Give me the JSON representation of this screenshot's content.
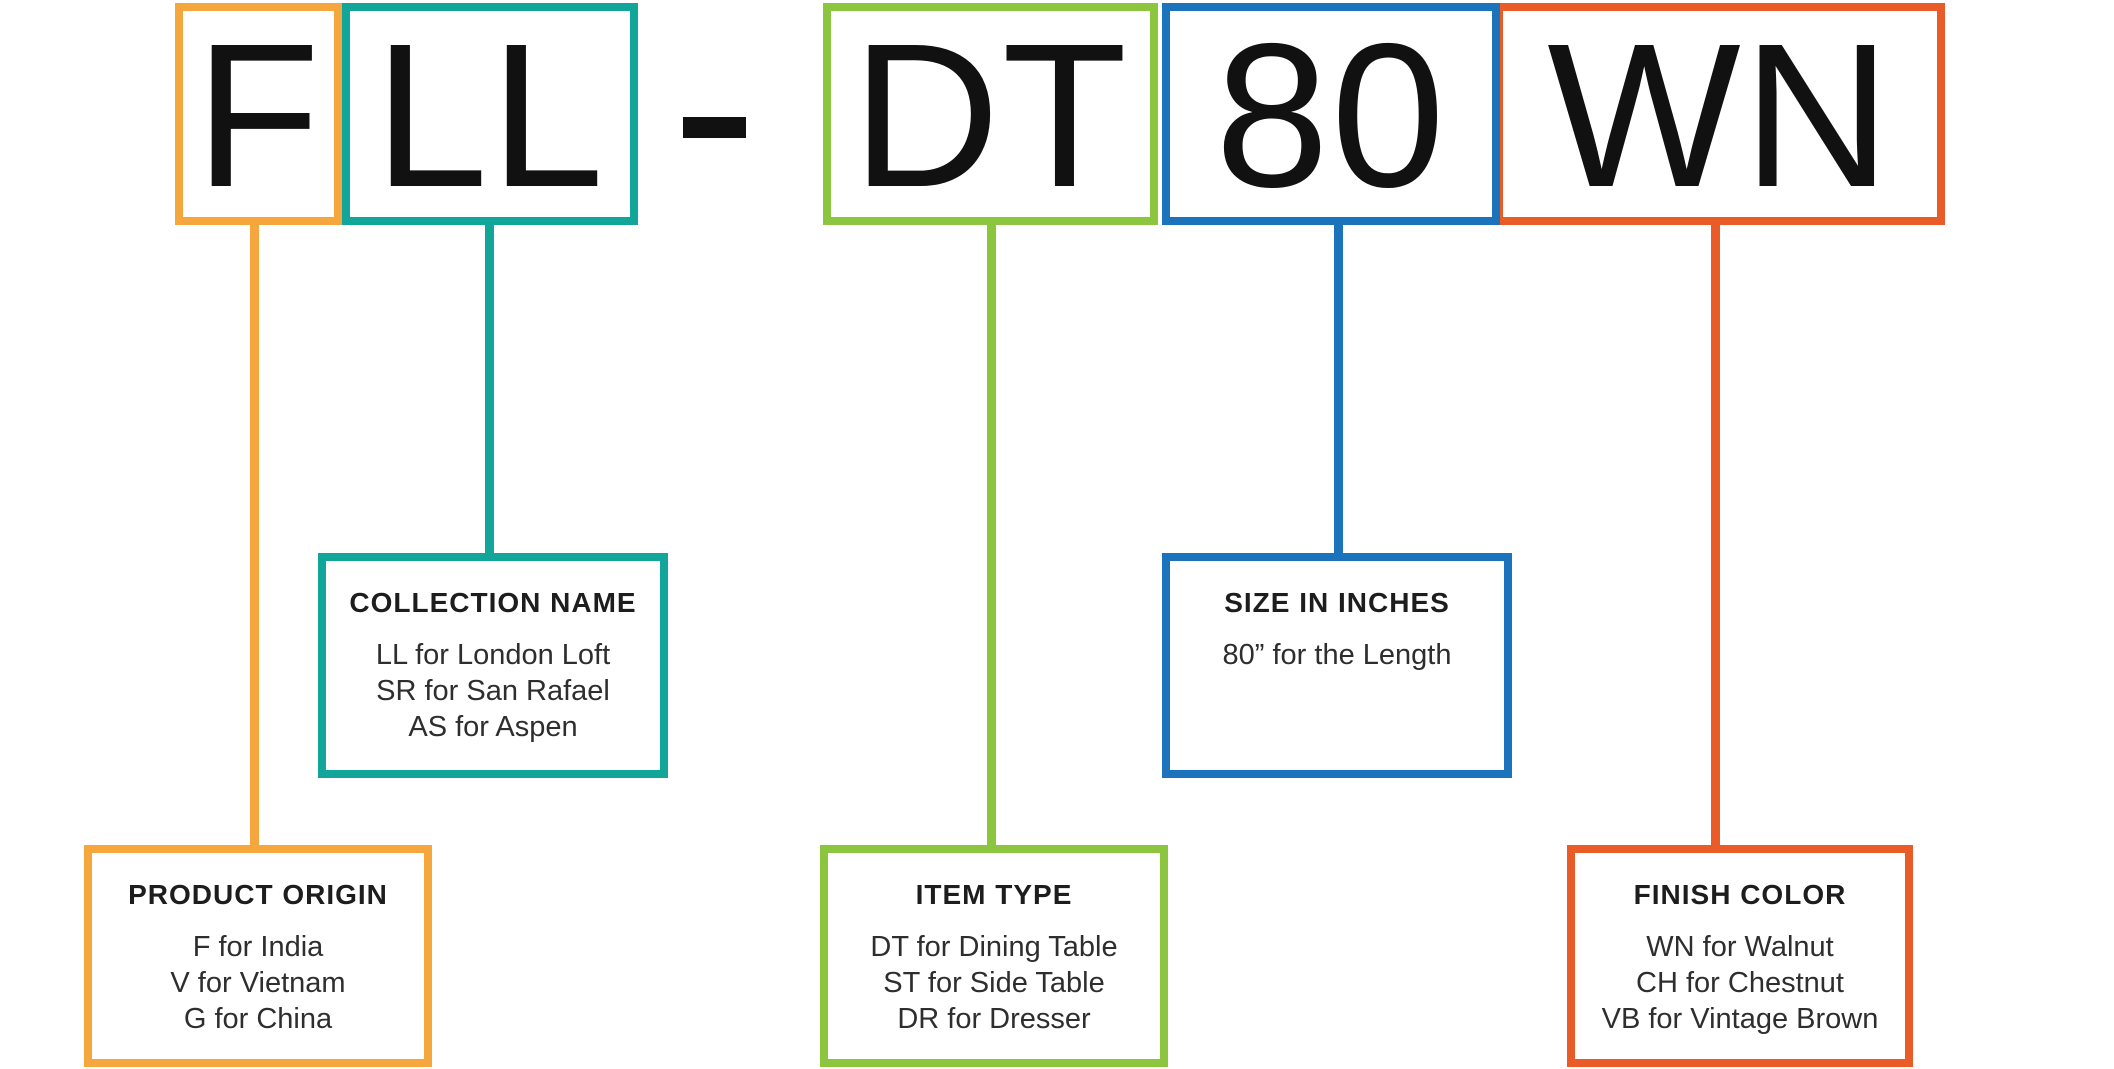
{
  "sku": {
    "full_code": "FLL - DT 80 WN",
    "separator": "-",
    "segments": [
      {
        "code": "F",
        "meaning": "product-origin",
        "color": "#F5A73E"
      },
      {
        "code": "LL",
        "meaning": "collection-name",
        "color": "#12A69A"
      },
      {
        "code": "DT",
        "meaning": "item-type",
        "color": "#8CC63F"
      },
      {
        "code": "80",
        "meaning": "size-in-inches",
        "color": "#1B74BB"
      },
      {
        "code": "WN",
        "meaning": "finish-color",
        "color": "#E95C28"
      }
    ]
  },
  "legend": {
    "product_origin": {
      "title": "PRODUCT ORIGIN",
      "color": "#F5A73E",
      "lines": [
        "F for India",
        "V for Vietnam",
        "G for China"
      ]
    },
    "collection_name": {
      "title": "COLLECTION NAME",
      "color": "#12A69A",
      "lines": [
        "LL for London Loft",
        "SR for San Rafael",
        "AS for Aspen"
      ]
    },
    "item_type": {
      "title": "ITEM TYPE",
      "color": "#8CC63F",
      "lines": [
        "DT for Dining Table",
        "ST for Side Table",
        "DR for Dresser"
      ]
    },
    "size_in_inches": {
      "title": "SIZE IN INCHES",
      "color": "#1B74BB",
      "lines": [
        "80” for the Length"
      ]
    },
    "finish_color": {
      "title": "FINISH COLOR",
      "color": "#E95C28",
      "lines": [
        "WN for Walnut",
        "CH for Chestnut",
        "VB for Vintage Brown"
      ]
    }
  },
  "palette": {
    "orange": "#F5A73E",
    "teal": "#12A69A",
    "green": "#8CC63F",
    "blue": "#1B74BB",
    "red_orange": "#E95C28",
    "text": "#111111",
    "background": "#FFFFFF"
  }
}
